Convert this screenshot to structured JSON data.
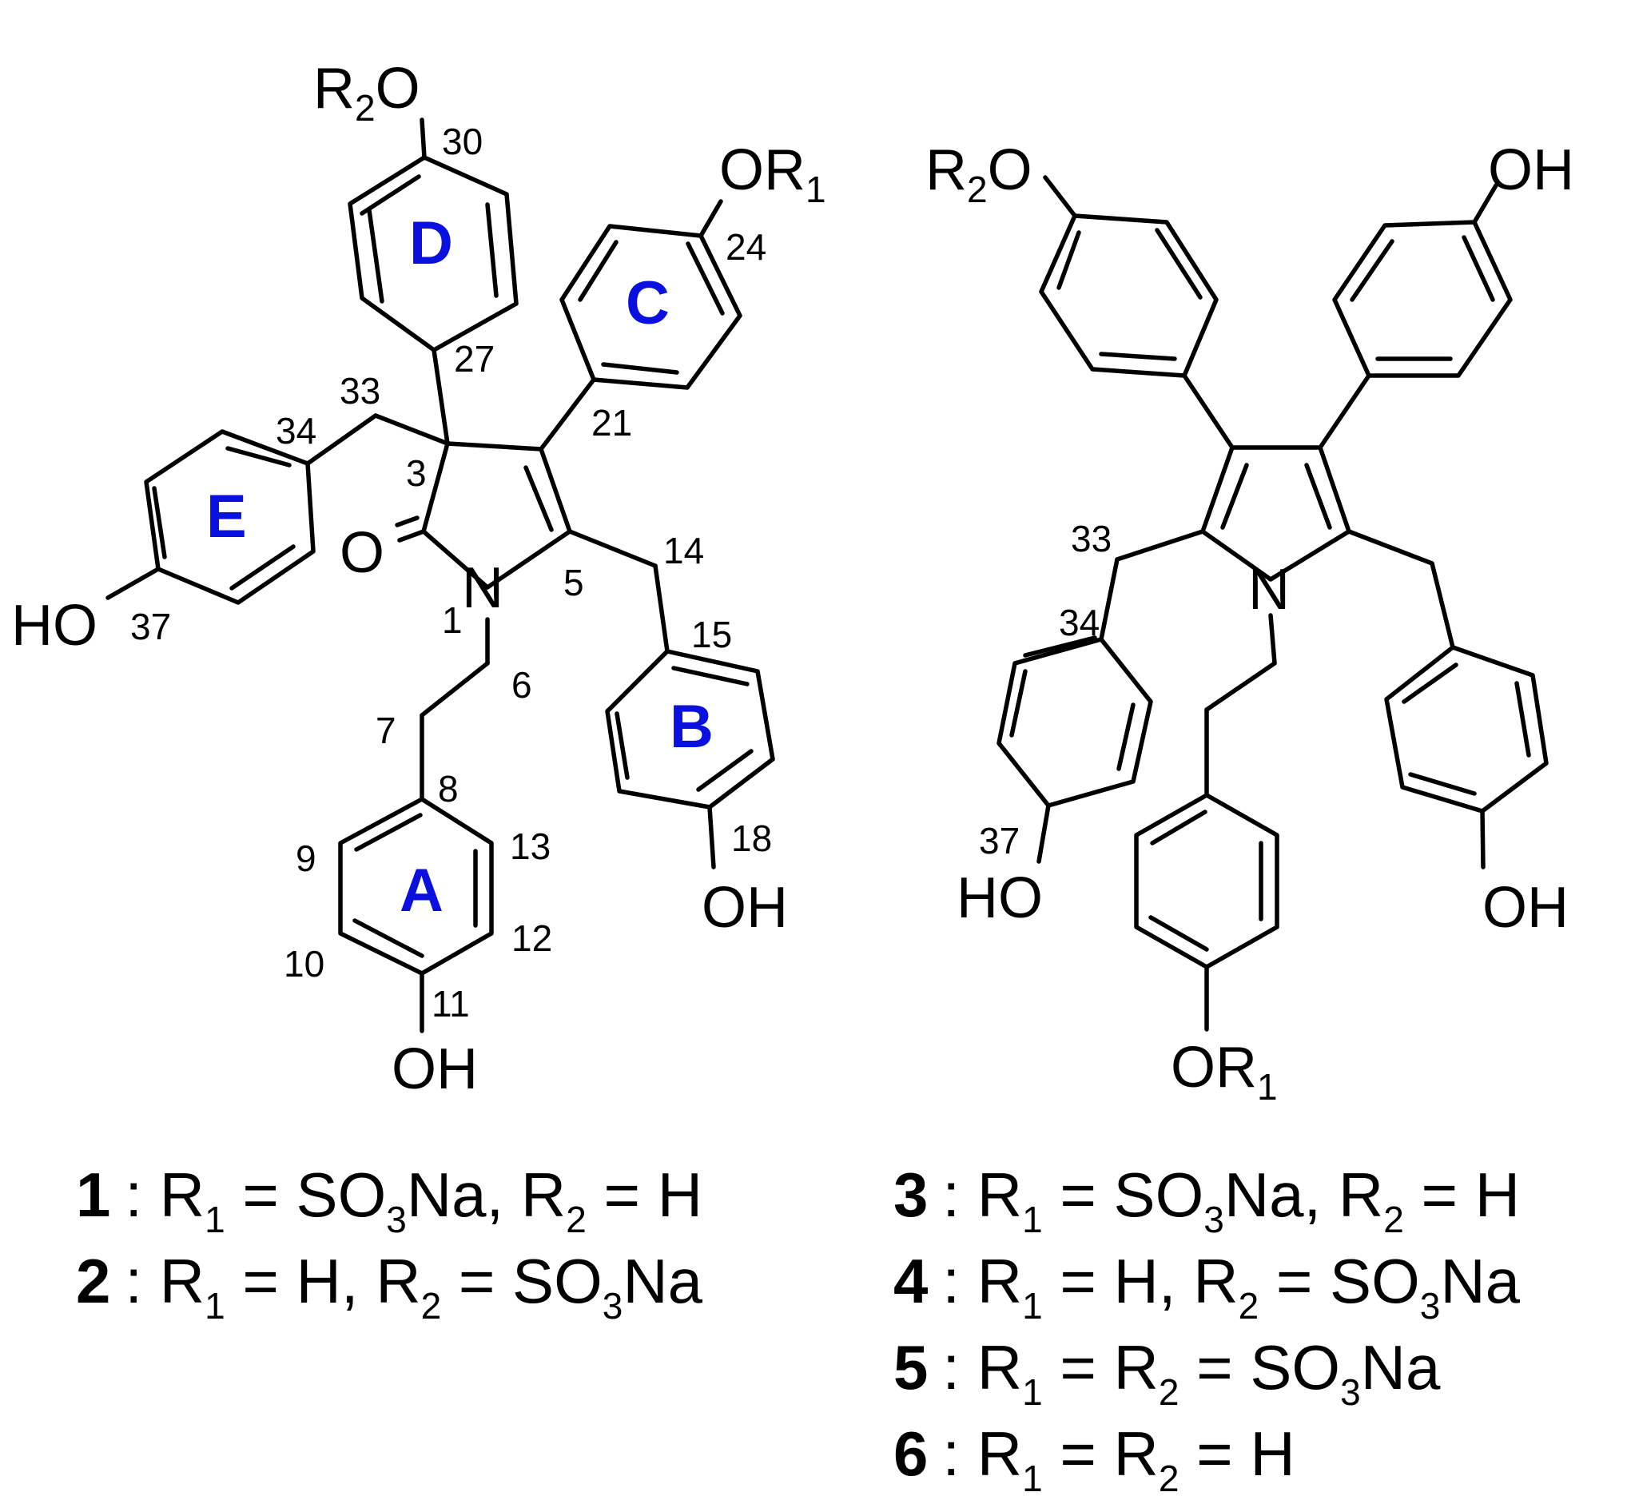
{
  "structure_left": {
    "atoms": {
      "n1": "N",
      "o_carbonyl": "O",
      "r2o_top": [
        "R",
        "2",
        "O"
      ],
      "or1_c24": [
        "OR",
        "1"
      ],
      "ho_e": "HO",
      "oh_b": "OH",
      "oh_a": "OH"
    },
    "rings": {
      "a": "A",
      "b": "B",
      "c": "C",
      "d": "D",
      "e": "E"
    },
    "numbers": {
      "n1": "1",
      "n3": "3",
      "n5": "5",
      "n6": "6",
      "n7": "7",
      "n8": "8",
      "n9": "9",
      "n10": "10",
      "n11": "11",
      "n12": "12",
      "n13": "13",
      "n14": "14",
      "n15": "15",
      "n18": "18",
      "n21": "21",
      "n24": "24",
      "n27": "27",
      "n30": "30",
      "n33": "33",
      "n34": "34",
      "n37": "37"
    }
  },
  "structure_right": {
    "atoms": {
      "n": "N",
      "r2o": [
        "R",
        "2",
        "O"
      ],
      "oh_top": "OH",
      "ho_left": "HO",
      "or1_bottom": [
        "OR",
        "1"
      ],
      "oh_right": "OH"
    },
    "numbers": {
      "n33": "33",
      "n34": "34",
      "n37": "37"
    }
  },
  "legend": [
    {
      "id": "1",
      "parts": [
        ": R",
        "1",
        " = SO",
        "3",
        "Na, R",
        "2",
        " = H"
      ]
    },
    {
      "id": "2",
      "parts": [
        ": R",
        "1",
        " = H, R",
        "2",
        " = SO",
        "3",
        "Na"
      ]
    },
    {
      "id": "3",
      "parts": [
        ": R",
        "1",
        " = SO",
        "3",
        "Na, R",
        "2",
        " = H"
      ]
    },
    {
      "id": "4",
      "parts": [
        ": R",
        "1",
        " = H, R",
        "2",
        " = SO",
        "3",
        "Na"
      ]
    },
    {
      "id": "5",
      "parts": [
        ": R",
        "1",
        " = R",
        "2",
        " = SO",
        "3",
        "Na"
      ]
    },
    {
      "id": "6",
      "parts": [
        ": R",
        "1",
        " = R",
        "2",
        " = H"
      ]
    }
  ],
  "colors": {
    "ring_label": "#0a10e0",
    "bond": "#000000"
  }
}
